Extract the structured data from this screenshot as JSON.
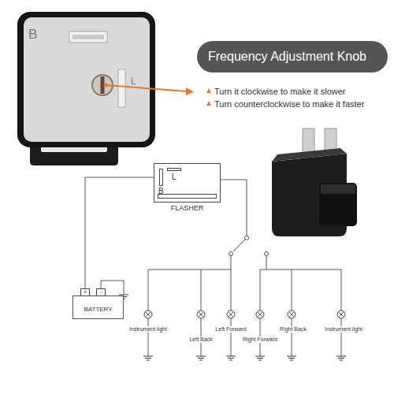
{
  "diagram": {
    "nodes": [
      {
        "text": [
          "Frequency Adjustment Knob"
        ]
      },
      {
        "text": [
          "L",
          "B",
          "FLASHER"
        ]
      },
      {
        "text": [
          "+",
          "-",
          "BATTERY"
        ]
      }
    ],
    "edges": [
      {
        "from": 1,
        "to": 2,
        "arrow": "none"
      }
    ],
    "labels": [
      "B",
      "L",
      "Turn it clockwise to make it slower",
      "Turn counterclockwise to make it faster",
      "Instrument light",
      "Left Back",
      "Left Forward",
      "Right Forward",
      "Right Back",
      "Instrument light"
    ]
  }
}
